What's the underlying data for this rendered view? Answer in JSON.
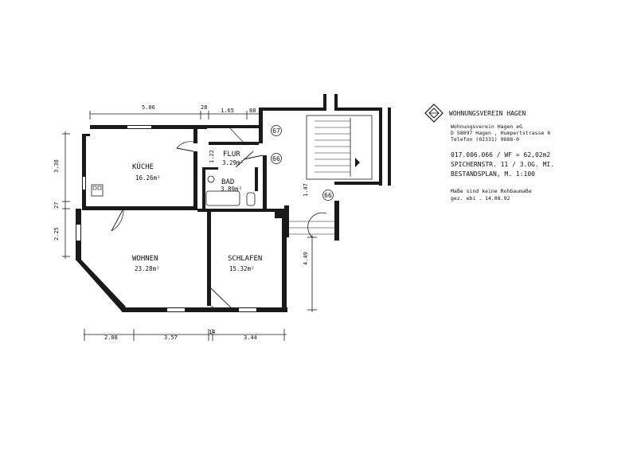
{
  "rooms": [
    {
      "name": "KÜCHE",
      "area": "16.26m²"
    },
    {
      "name": "FLUR",
      "area": "3.29m²"
    },
    {
      "name": "BAD",
      "area": "3.89m²"
    },
    {
      "name": "WOHNEN",
      "area": "23.28m²"
    },
    {
      "name": "SCHLAFEN",
      "area": "15.32m²"
    }
  ],
  "dimensions": {
    "top": [
      "5.06",
      "28",
      "1.65",
      "88"
    ],
    "bottom": [
      "2.08",
      "3.57",
      "14",
      "3.44"
    ],
    "left": [
      "3.38",
      "27",
      "2.25"
    ],
    "middle": [
      "1.22",
      "1.47"
    ],
    "right": [
      "4.49"
    ]
  },
  "markers": [
    "67",
    "66",
    "66"
  ],
  "title_block": {
    "brand": "WOHNUNGSVEREIN HAGEN",
    "address": [
      "Wohnungsverein Hagen eG",
      "D 58097 Hagen , Humpertstrasse 6",
      "Telefon (02331) 9888-0"
    ],
    "info": [
      "017.006.066 / WF = 62,02m2",
      "SPICHERNSTR. 11 / 3.OG. MI.",
      "BESTANDSPLAN, M. 1:100"
    ],
    "notes": [
      "Maße sind keine Rohbaumaße",
      "gez. ebi . 14.08.92"
    ]
  }
}
